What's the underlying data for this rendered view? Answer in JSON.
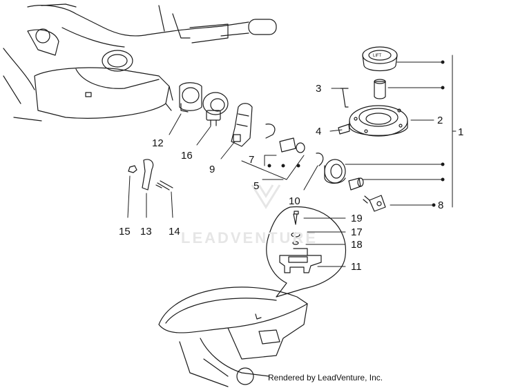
{
  "credit": "Rendered by LeadVenture, Inc.",
  "watermark": "LEADVENTURE",
  "cap_label": "LIFT",
  "callouts": {
    "c1": "1",
    "c2": "2",
    "c3": "3",
    "c4": "4",
    "c5": "5",
    "c7": "7",
    "c8": "8",
    "c9": "9",
    "c10": "10",
    "c11": "11",
    "c12": "12",
    "c13": "13",
    "c14": "14",
    "c15": "15",
    "c16": "16",
    "c17": "17",
    "c18": "18",
    "c19": "19"
  },
  "colors": {
    "line": "#1a1a1a",
    "bg": "#ffffff",
    "watermark": "#e6e6e6"
  }
}
